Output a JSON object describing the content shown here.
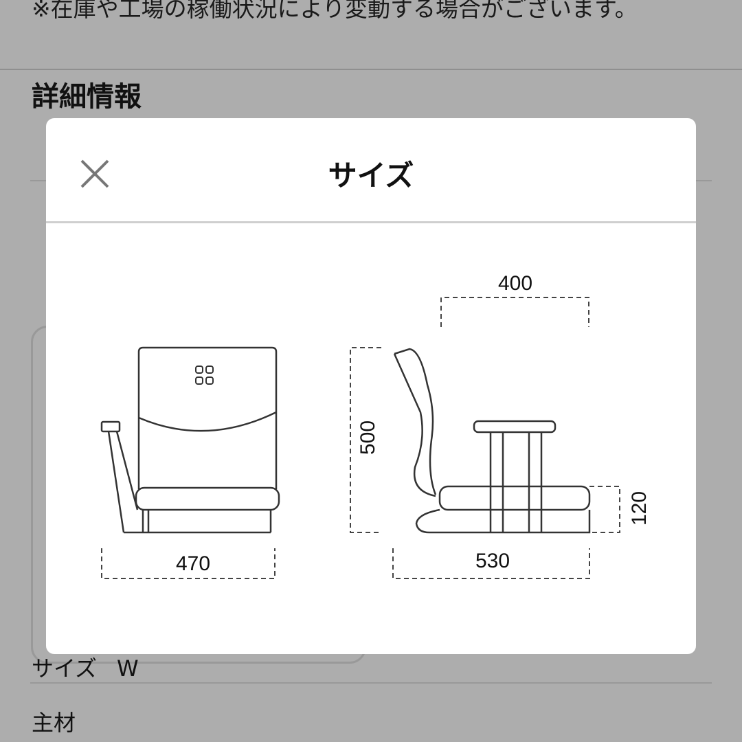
{
  "background": {
    "note": "※在庫や工場の稼働状況により変動する場合がございます。",
    "section_title": "詳細情報",
    "size_label": "サイズ",
    "size_value": "W",
    "material_label": "主材"
  },
  "modal": {
    "title": "サイズ",
    "close_icon": "close-x-icon",
    "dimensions": {
      "front_width": "470",
      "side_depth": "530",
      "height": "500",
      "armrest_depth": "400",
      "seat_height": "120"
    }
  }
}
